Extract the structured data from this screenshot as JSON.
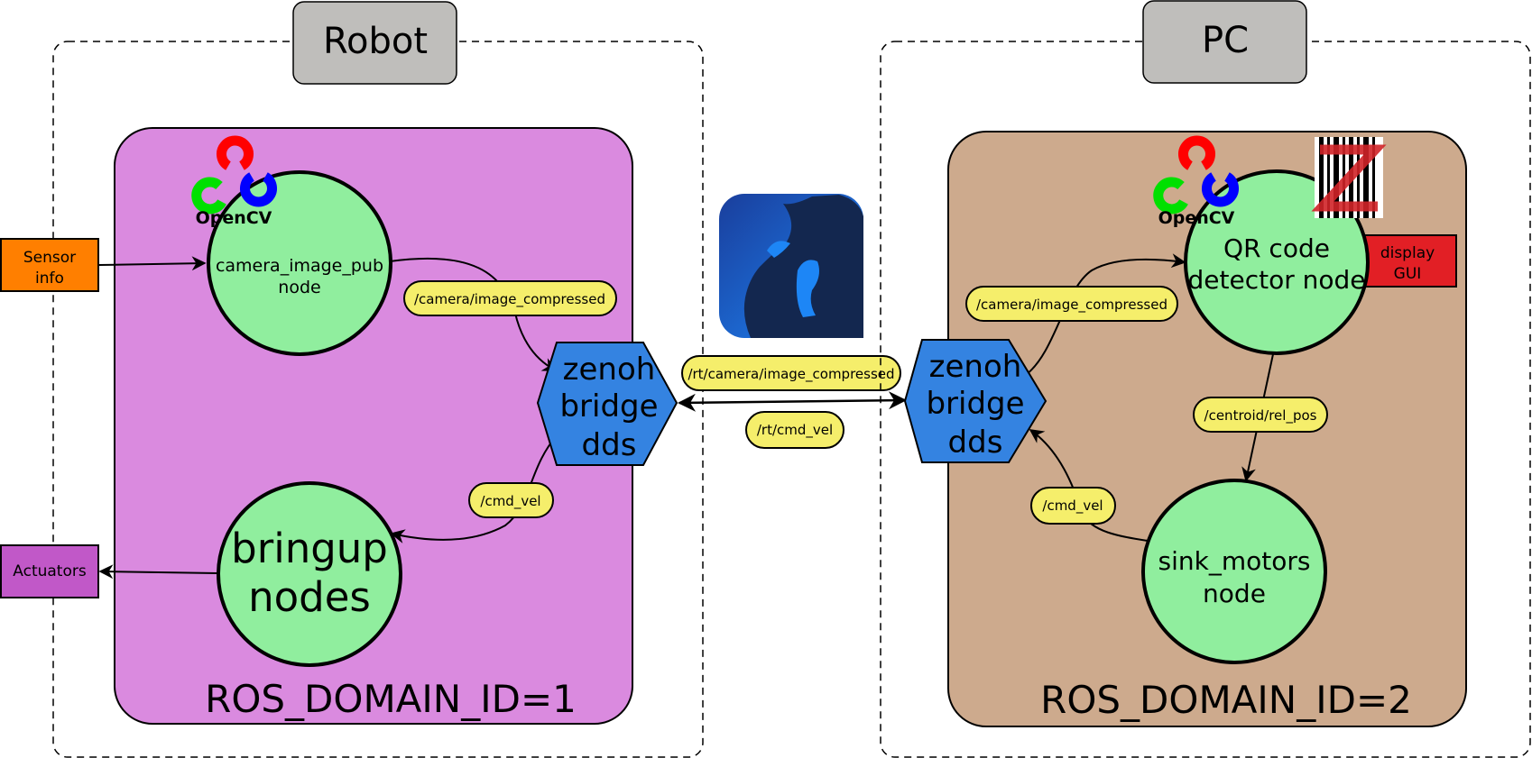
{
  "robot": {
    "title": "Robot",
    "domain_label": "ROS_DOMAIN_ID=1",
    "box_color": "#da8adf",
    "camera_node": {
      "line1": "camera_image_pub",
      "line2": "node"
    },
    "bringup_node": {
      "line1": "bringup",
      "line2": "nodes"
    },
    "zenoh": {
      "line1": "zenoh",
      "line2": "bridge",
      "line3": "dds"
    },
    "topic_camera": "/camera/image_compressed",
    "topic_cmd": "/cmd_vel",
    "sensor": {
      "line1": "Sensor",
      "line2": "info",
      "color": "#ff7f00"
    },
    "actuators": {
      "label": "Actuators",
      "color": "#c158c8"
    },
    "opencv_logo_text": "OpenCV"
  },
  "pc": {
    "title": "PC",
    "domain_label": "ROS_DOMAIN_ID=2",
    "box_color": "#cdaa8d",
    "qr_node": {
      "line1": "QR code",
      "line2": "detector node"
    },
    "sink_node": {
      "line1": "sink_motors",
      "line2": "node"
    },
    "zenoh": {
      "line1": "zenoh",
      "line2": "bridge",
      "line3": "dds"
    },
    "topic_camera": "/camera/image_compressed",
    "topic_centroid": "/centroid/rel_pos",
    "topic_cmd": "/cmd_vel",
    "display": {
      "line1": "display",
      "line2": "GUI",
      "color": "#e21f25"
    },
    "opencv_logo_text": "OpenCV"
  },
  "link": {
    "topic_camera": "/rt/camera/image_compressed",
    "topic_cmd": "/rt/cmd_vel"
  },
  "colors": {
    "node_fill": "#90ee9e",
    "zenoh_fill": "#3483e1",
    "topic_fill": "#f5ee6b",
    "title_box_fill": "#bfbebb",
    "zenoh_logo_bg": "#13274f",
    "zenoh_logo_accent": "#1d86f6"
  },
  "icons": [
    "opencv-logo-icon",
    "zenoh-logo-icon",
    "zbar-qr-logo-icon"
  ]
}
